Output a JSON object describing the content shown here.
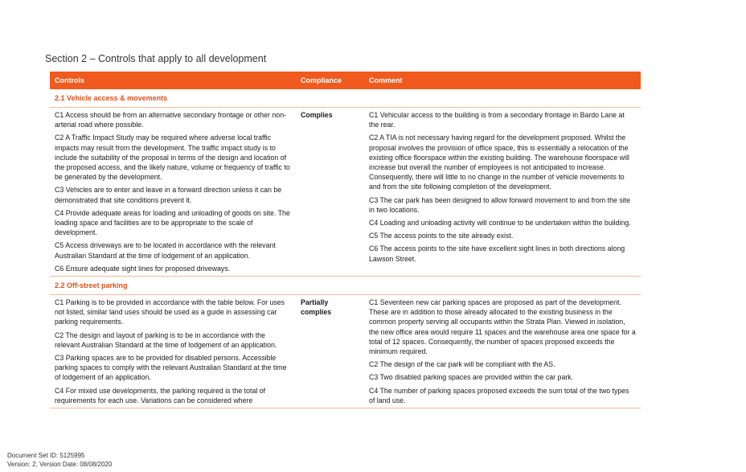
{
  "section_title": "Section 2 – Controls that apply to all development",
  "headers": {
    "controls": "Controls",
    "compliance": "Compliance",
    "comment": "Comment"
  },
  "groups": [
    {
      "heading": "2.1 Vehicle access & movements",
      "compliance": "Complies",
      "controls": [
        "C1 Access should be from an alternative secondary frontage or other non-arterial road where possible.",
        "C2 A Traffic Impact Study may be required where adverse local traffic impacts may result from the development. The traffic impact study is to include the suitability of the proposal in terms of the design and location of the proposed access, and the likely nature, volume or frequency of traffic to be generated by the development.",
        "C3 Vehicles are to enter and leave in a forward direction unless it can be demonstrated that site conditions prevent it.",
        "C4 Provide adequate areas for loading and unloading of goods on site.  The loading space and facilities are to be appropriate to the scale of development.",
        "C5 Access driveways are to be located in accordance with the relevant Australian Standard at the time of lodgement of an application.",
        "C6 Ensure adequate sight lines for proposed driveways."
      ],
      "comments": [
        "C1 Vehicular access to the building is from a secondary frontage in Bardo Lane at the rear.",
        "C2 A TIA is not necessary having regard for the development proposed. Whilst the proposal involves the provision of office space, this is essentially a relocation of the existing office floorspace within the existing building. The warehouse floorspace will increase but overall the number of employees is not anticipated to increase.  Consequently, there will little to no change in the number of vehicle movements to and from the site following completion of the development.",
        "C3 The car park has been designed to allow forward movement to and from the site in two locations.",
        "C4 Loading and unloading activity will continue to be undertaken within the building.",
        "C5 The access points to the site already exist.",
        "C6 The access points to the site have excellent sight lines in both directions along Lawson Street."
      ]
    },
    {
      "heading": "2.2 Off-street parking",
      "compliance": "Partially complies",
      "controls": [
        "C1 Parking is to be provided in accordance with the table below. For uses not listed, similar land uses should be used as a guide in assessing car parking requirements.",
        "C2 The design and layout of parking is to be in accordance with the relevant Australian Standard at the time of lodgement of an application.",
        "C3 Parking spaces are to be provided for disabled persons. Accessible parking spaces to comply with the relevant Australian Standard at the time of lodgement of an application.",
        "C4 For mixed use developments, the parking required is the total of requirements for each use. Variations can be considered where"
      ],
      "comments": [
        "C1 Seventeen new car parking spaces are proposed as part of the development.  These are in addition to those already allocated to the existing business in the common property serving all occupants within the Strata Plan.  Viewed in isolation, the new office area would require 11 spaces and the warehouse area one space for a total of 12 spaces. Consequently, the number of spaces proposed exceeds the minimum required.",
        "C2 The design of the car park will be compliant with the AS.",
        "C3 Two disabled parking spaces are provided within the car park.",
        "C4 The number of parking spaces proposed exceeds the sum total of the two types of land use."
      ]
    }
  ],
  "footer": {
    "doc_id": "Document Set ID: 5125995",
    "version": "Version: 2, Version Date: 08/08/2020"
  }
}
